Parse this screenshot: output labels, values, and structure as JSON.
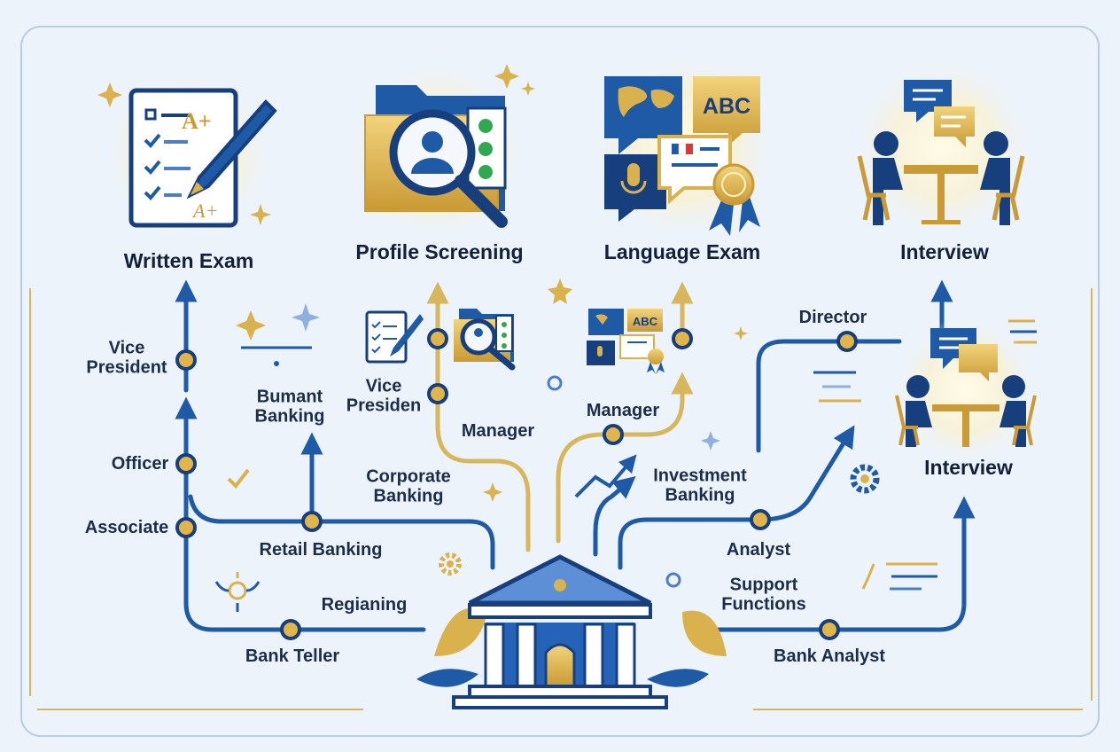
{
  "colors": {
    "background": "#edf3fa",
    "blue_path": "#1f5aa6",
    "gold_path": "#d8b65c",
    "node_fill": "#e2b54a",
    "dark_blue": "#173f7e",
    "gold": "#d9b24d"
  },
  "stages": [
    {
      "id": "written",
      "label": "Written Exam",
      "icon": "exam-sheet-pen-icon"
    },
    {
      "id": "profile",
      "label": "Profile Screening",
      "icon": "folder-magnifier-icon"
    },
    {
      "id": "language",
      "label": "Language Exam",
      "icon": "speech-bubbles-icon"
    },
    {
      "id": "interview",
      "label": "Interview",
      "icon": "interview-table-icon"
    }
  ],
  "interview_inset_label": "Interview",
  "bank_icon": "bank-building-icon",
  "branches": {
    "retail": {
      "label": "Retail Banking",
      "beginning_label": "Regianing",
      "roles": [
        "Bank Teller",
        "Associate",
        "Officer",
        "Vice President"
      ]
    },
    "bumant": {
      "label_line1": "Bumant",
      "label_line2": "Banking"
    },
    "corporate": {
      "label_line1": "Corporate",
      "label_line2": "Banking",
      "roles": [
        "Manager",
        "Vice",
        "Presiden"
      ]
    },
    "investment": {
      "label_line1": "Investment",
      "label_line2": "Banking",
      "roles": [
        "Analyst",
        "Manager",
        "Director"
      ]
    },
    "support": {
      "label_line1": "Support",
      "label_line2": "Functions",
      "roles": [
        "Bank Analyst"
      ]
    }
  },
  "mini_icons": {
    "abc_text": "ABC",
    "grade_text": "A+"
  }
}
